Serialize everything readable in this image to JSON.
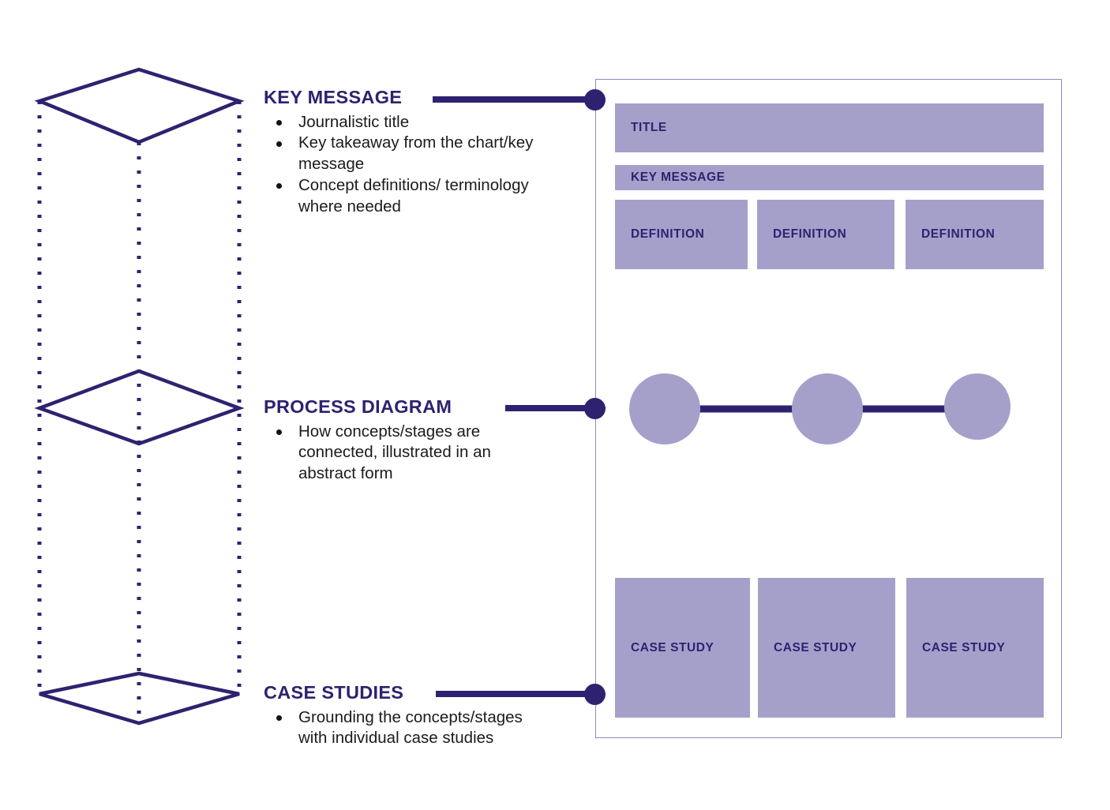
{
  "palette": {
    "navy": "#2E2270",
    "lavender": "#A5A0CA",
    "panel_border": "#8F8AC0",
    "body_text": "#1b1b1b"
  },
  "annotations": [
    {
      "title": "KEY MESSAGE",
      "bullets": [
        "Journalistic title",
        "Key takeaway from the chart/key message",
        "Concept definitions/ terminology where needed"
      ]
    },
    {
      "title": "PROCESS DIAGRAM",
      "bullets": [
        "How concepts/stages are connected, illustrated in an abstract form"
      ]
    },
    {
      "title": "CASE STUDIES",
      "bullets": [
        "Grounding the concepts/stages with individual case studies"
      ]
    }
  ],
  "panel": {
    "title_box": "TITLE",
    "key_message_box": "KEY MESSAGE",
    "definitions": [
      "DEFINITION",
      "DEFINITION",
      "DEFINITION"
    ],
    "case_studies": [
      "CASE STUDY",
      "CASE STUDY",
      "CASE STUDY"
    ],
    "process_nodes": 3
  }
}
